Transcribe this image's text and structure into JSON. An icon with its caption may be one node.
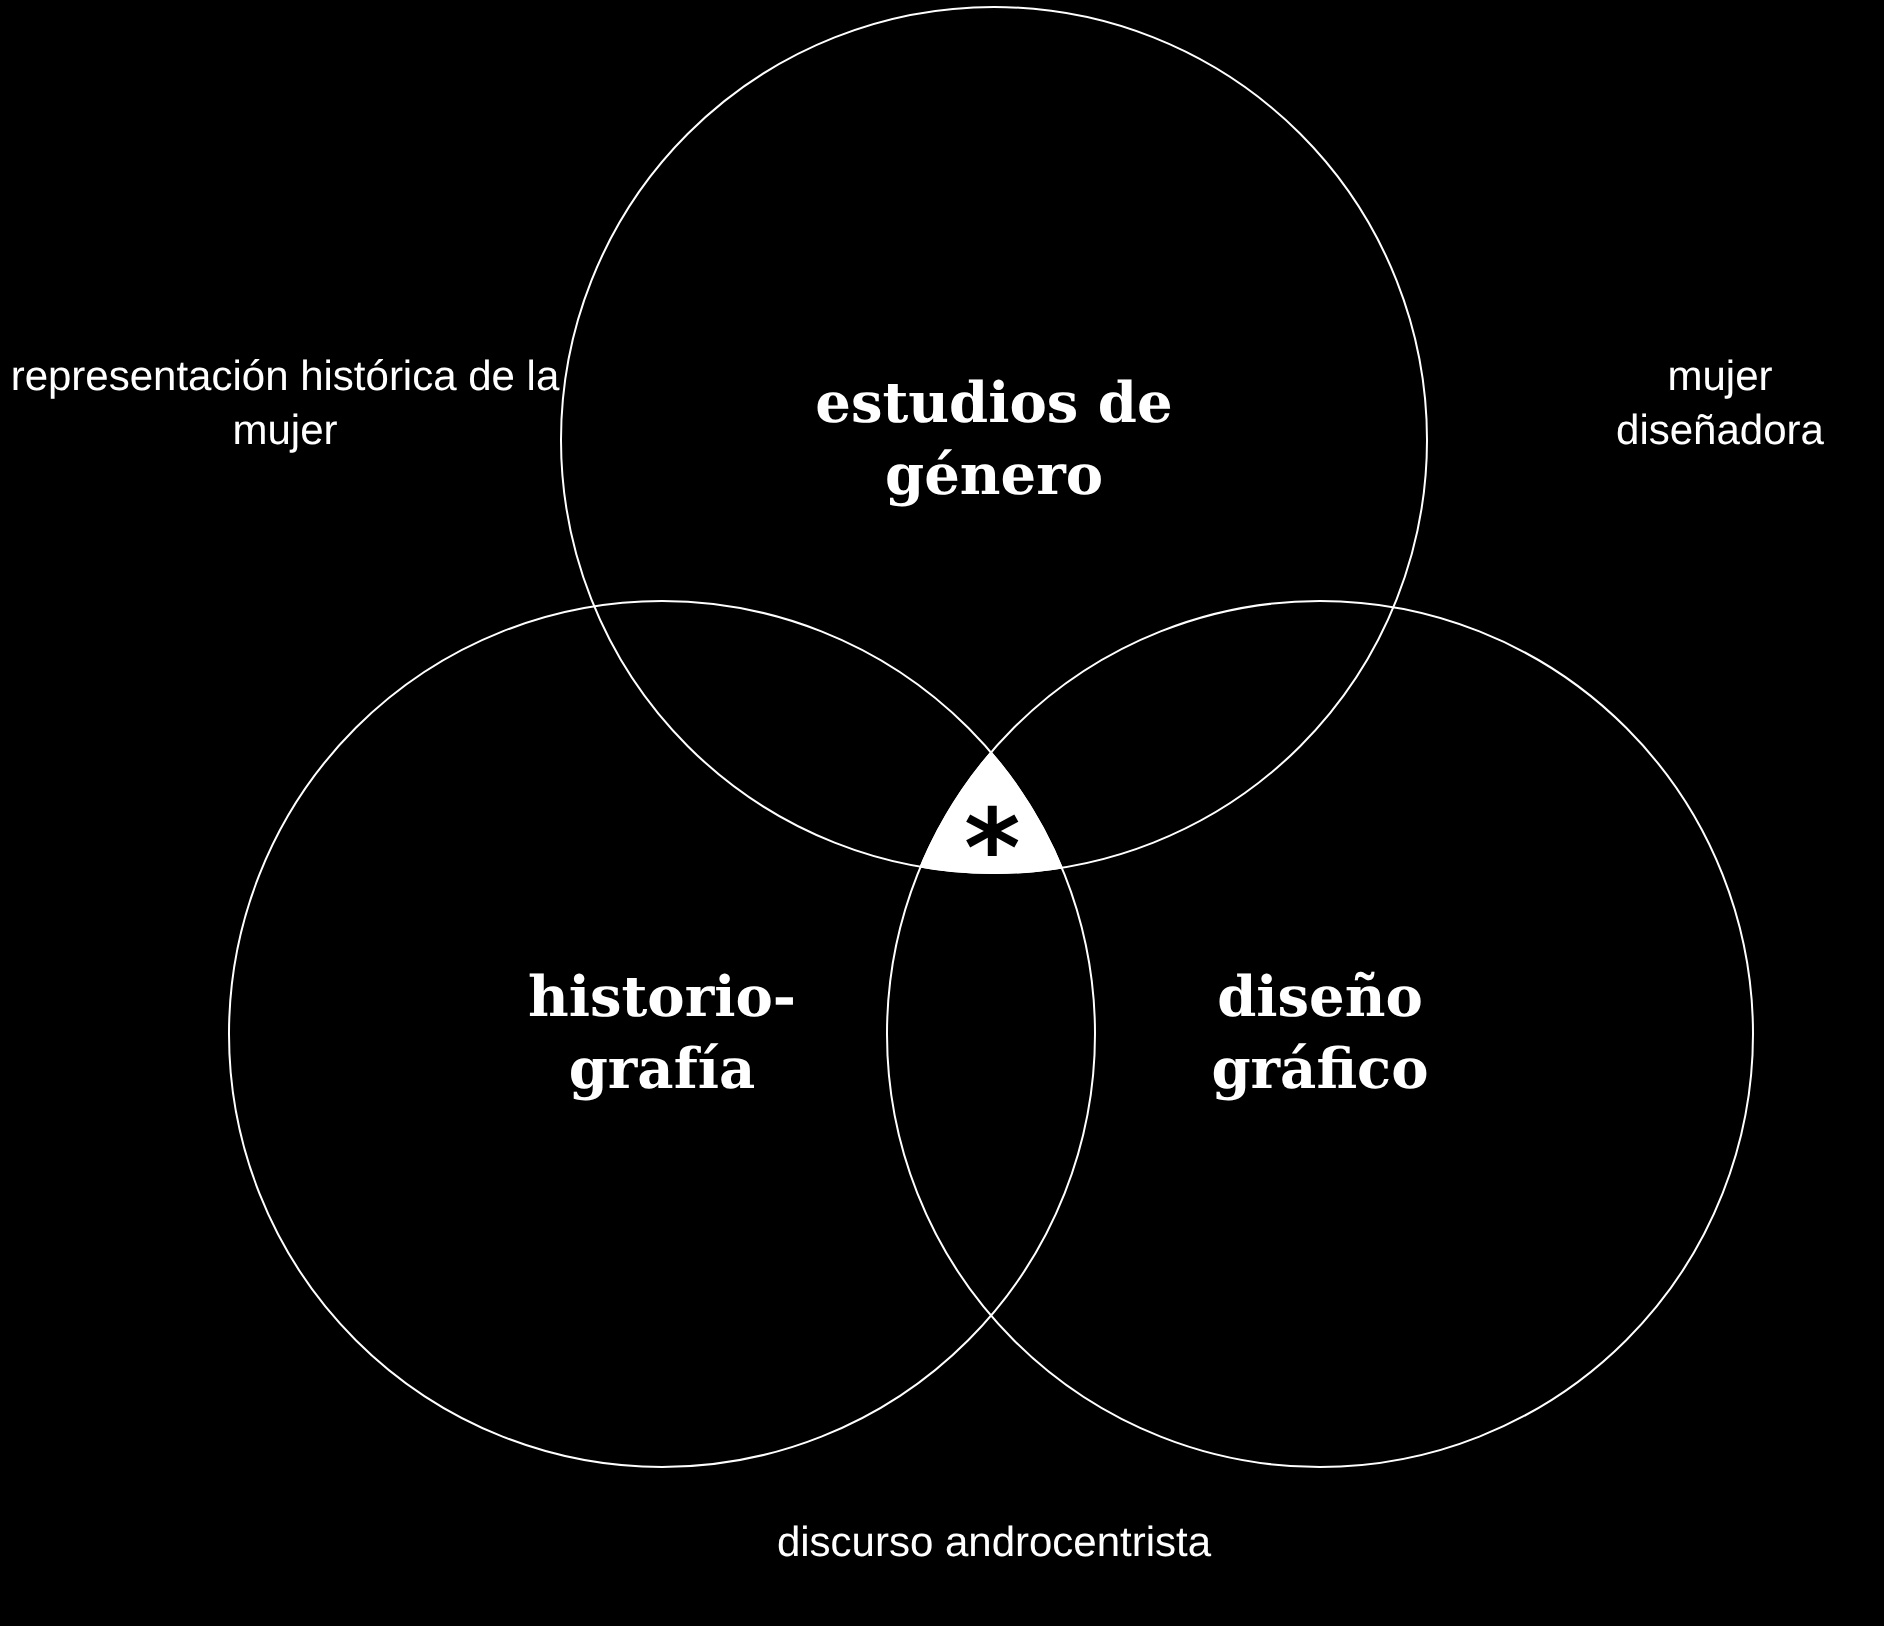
{
  "diagram": {
    "nodes": [
      {
        "text": [
          "estudios de género"
        ]
      },
      {
        "text": [
          "historio- grafía"
        ]
      },
      {
        "text": [
          "diseño gráfico"
        ]
      },
      {
        "text": [
          "*"
        ]
      }
    ],
    "labels": [
      "representación histórica de la mujer",
      "mujer diseñadora",
      "discurso androcentrista"
    ]
  }
}
